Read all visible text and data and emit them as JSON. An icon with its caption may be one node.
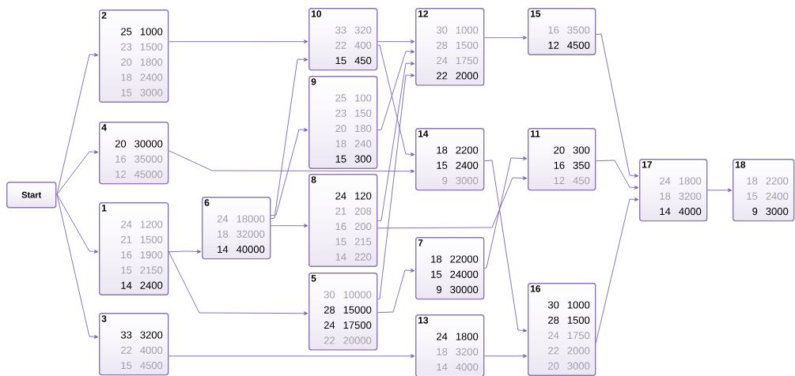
{
  "diagram": {
    "nodes": [
      {
        "text": [
          "Start"
        ]
      },
      {
        "text": [
          "2",
          "25 1000",
          "23 1500",
          "20 1800",
          "18 2400",
          "15 3000"
        ]
      },
      {
        "text": [
          "4",
          "20 30000",
          "16 35000",
          "12 45000"
        ]
      },
      {
        "text": [
          "1",
          "24 1200",
          "21 1500",
          "16 1900",
          "15 2150",
          "14 2400"
        ]
      },
      {
        "text": [
          "3",
          "33 3200",
          "22 4000",
          "15 4500"
        ]
      },
      {
        "text": [
          "6",
          "24 18000",
          "18 32000",
          "14 40000"
        ]
      },
      {
        "text": [
          "10",
          "33 320",
          "22 400",
          "15 450"
        ]
      },
      {
        "text": [
          "9",
          "25 100",
          "23 150",
          "20 180",
          "18 240",
          "15 300"
        ]
      },
      {
        "text": [
          "8",
          "24 120",
          "21 208",
          "16 200",
          "15 215",
          "14 220"
        ]
      },
      {
        "text": [
          "5",
          "30 10000",
          "28 15000",
          "24 17500",
          "22 20000"
        ]
      },
      {
        "text": [
          "12",
          "30 1000",
          "28 1500",
          "24 1750",
          "22 2000"
        ]
      },
      {
        "text": [
          "14",
          "18 2200",
          "15 2400",
          "9 3000"
        ]
      },
      {
        "text": [
          "7",
          "18 22000",
          "15 24000",
          "9 30000"
        ]
      },
      {
        "text": [
          "13",
          "24 1800",
          "18 3200",
          "14 4000"
        ]
      },
      {
        "text": [
          "15",
          "16 3500",
          "12 4500"
        ]
      },
      {
        "text": [
          "11",
          "20 300",
          "16 350",
          "12 450"
        ]
      },
      {
        "text": [
          "16",
          "30 1000",
          "28 1500",
          "24 1750",
          "22 2000",
          "20 3000"
        ]
      },
      {
        "text": [
          "17",
          "24 1800",
          "18 3200",
          "14 4000"
        ]
      },
      {
        "text": [
          "18",
          "18 2200",
          "15 2400",
          "9 3000"
        ]
      }
    ],
    "edges": [
      {
        "from": 0,
        "to": 1,
        "arrow": "to"
      },
      {
        "from": 0,
        "to": 2,
        "arrow": "to"
      },
      {
        "from": 0,
        "to": 3,
        "arrow": "to"
      },
      {
        "from": 0,
        "to": 4,
        "arrow": "to"
      },
      {
        "from": 1,
        "to": 6,
        "arrow": "to"
      },
      {
        "from": 2,
        "to": 11,
        "arrow": "to"
      },
      {
        "from": 3,
        "to": 5,
        "arrow": "to"
      },
      {
        "from": 3,
        "to": 9,
        "arrow": "to"
      },
      {
        "from": 4,
        "to": 13,
        "arrow": "to"
      },
      {
        "from": 5,
        "to": 6,
        "arrow": "to"
      },
      {
        "from": 5,
        "to": 7,
        "arrow": "to"
      },
      {
        "from": 5,
        "to": 8,
        "arrow": "to"
      },
      {
        "from": 6,
        "to": 10,
        "arrow": "to"
      },
      {
        "from": 6,
        "to": 11,
        "arrow": "to"
      },
      {
        "from": 7,
        "to": 10,
        "arrow": "to"
      },
      {
        "from": 8,
        "to": 10,
        "arrow": "to"
      },
      {
        "from": 8,
        "to": 15,
        "arrow": "to"
      },
      {
        "from": 9,
        "to": 10,
        "arrow": "to"
      },
      {
        "from": 9,
        "to": 12,
        "arrow": "to"
      },
      {
        "from": 10,
        "to": 14,
        "arrow": "to"
      },
      {
        "from": 11,
        "to": 16,
        "arrow": "to"
      },
      {
        "from": 12,
        "to": 15,
        "arrow": "to"
      },
      {
        "from": 13,
        "to": 16,
        "arrow": "to"
      },
      {
        "from": 14,
        "to": 17,
        "arrow": "to"
      },
      {
        "from": 15,
        "to": 17,
        "arrow": "to"
      },
      {
        "from": 16,
        "to": 17,
        "arrow": "to"
      },
      {
        "from": 17,
        "to": 18,
        "arrow": "to"
      }
    ]
  }
}
